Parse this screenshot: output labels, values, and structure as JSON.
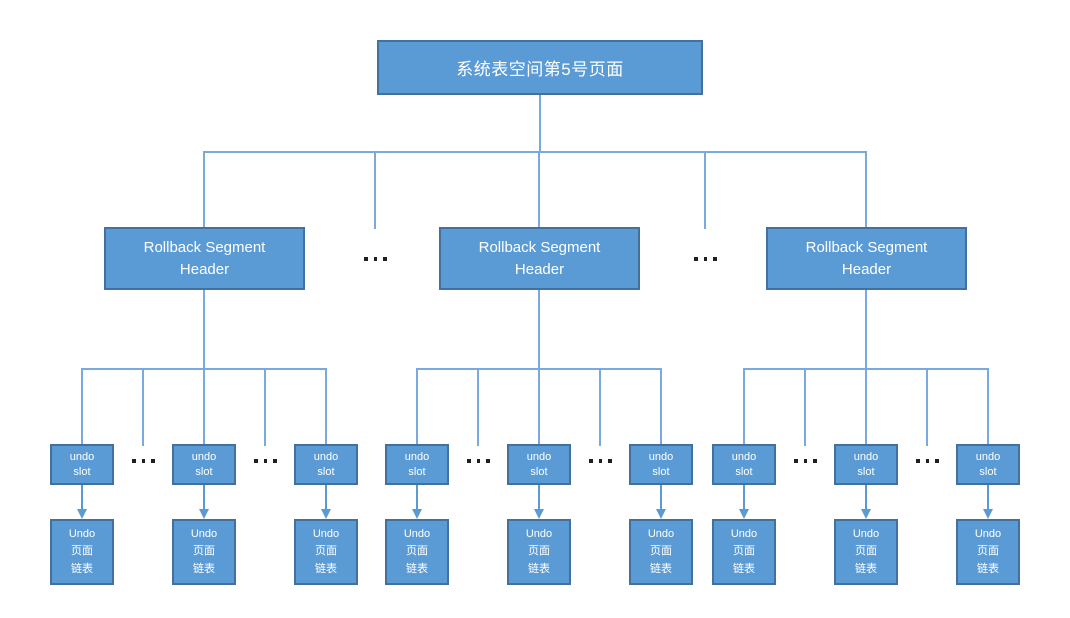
{
  "diagram": {
    "root": {
      "label": "系统表空间第5号页面"
    },
    "rollback_header": {
      "label": "Rollback Segment\nHeader"
    },
    "undo_slot": {
      "label": "undo\nslot"
    },
    "undo_page_list": {
      "label": "Undo\n页面\n链表"
    },
    "ellipsis_icon": "three-horizontal-dots"
  },
  "colors": {
    "node_fill": "#5B9BD5",
    "node_border": "#41719C",
    "connector": "#7AA9DF",
    "arrow": "#5B9BD5",
    "ellipsis": "#1F1F1F",
    "text": "#FFFFFF",
    "canvas_bg": "#FFFFFF"
  }
}
